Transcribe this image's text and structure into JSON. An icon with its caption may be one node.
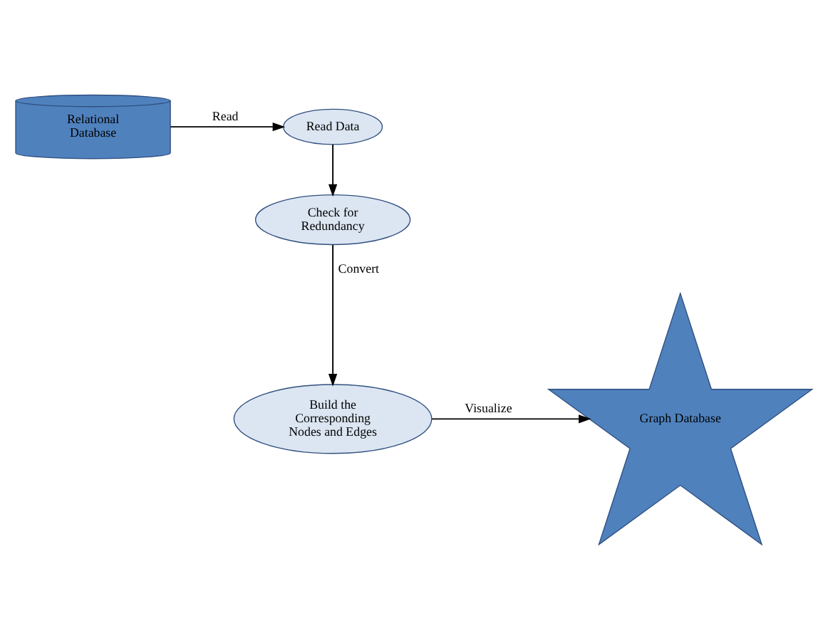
{
  "diagram": {
    "nodes": [
      {
        "text": [
          "Read Data"
        ]
      },
      {
        "text": [
          "Relational Database"
        ]
      },
      {
        "text": [
          "Check for Redundancy"
        ]
      },
      {
        "text": [
          "Build the Corresponding Nodes and Edges"
        ]
      },
      {
        "text": [
          "Graph Database"
        ]
      }
    ],
    "edges": [
      {
        "from": 1,
        "to": 0,
        "arrow": "to",
        "label": "Read"
      },
      {
        "from": 0,
        "to": 2,
        "arrow": "to"
      },
      {
        "from": 2,
        "to": 3,
        "arrow": "to",
        "label": "Convert"
      },
      {
        "from": 3,
        "to": 4,
        "arrow": "to",
        "label": "Visualize"
      }
    ]
  }
}
